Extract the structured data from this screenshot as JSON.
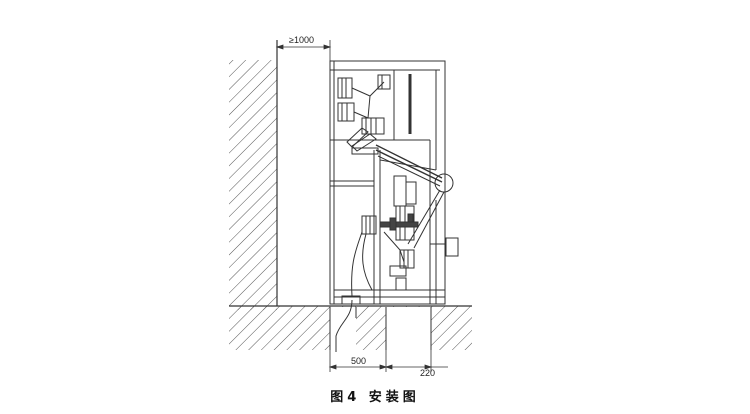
{
  "figure": {
    "caption": "图4 安装图",
    "dimensions": {
      "top_clearance": "≥1000",
      "bottom_left": "500",
      "bottom_right": "220"
    }
  }
}
